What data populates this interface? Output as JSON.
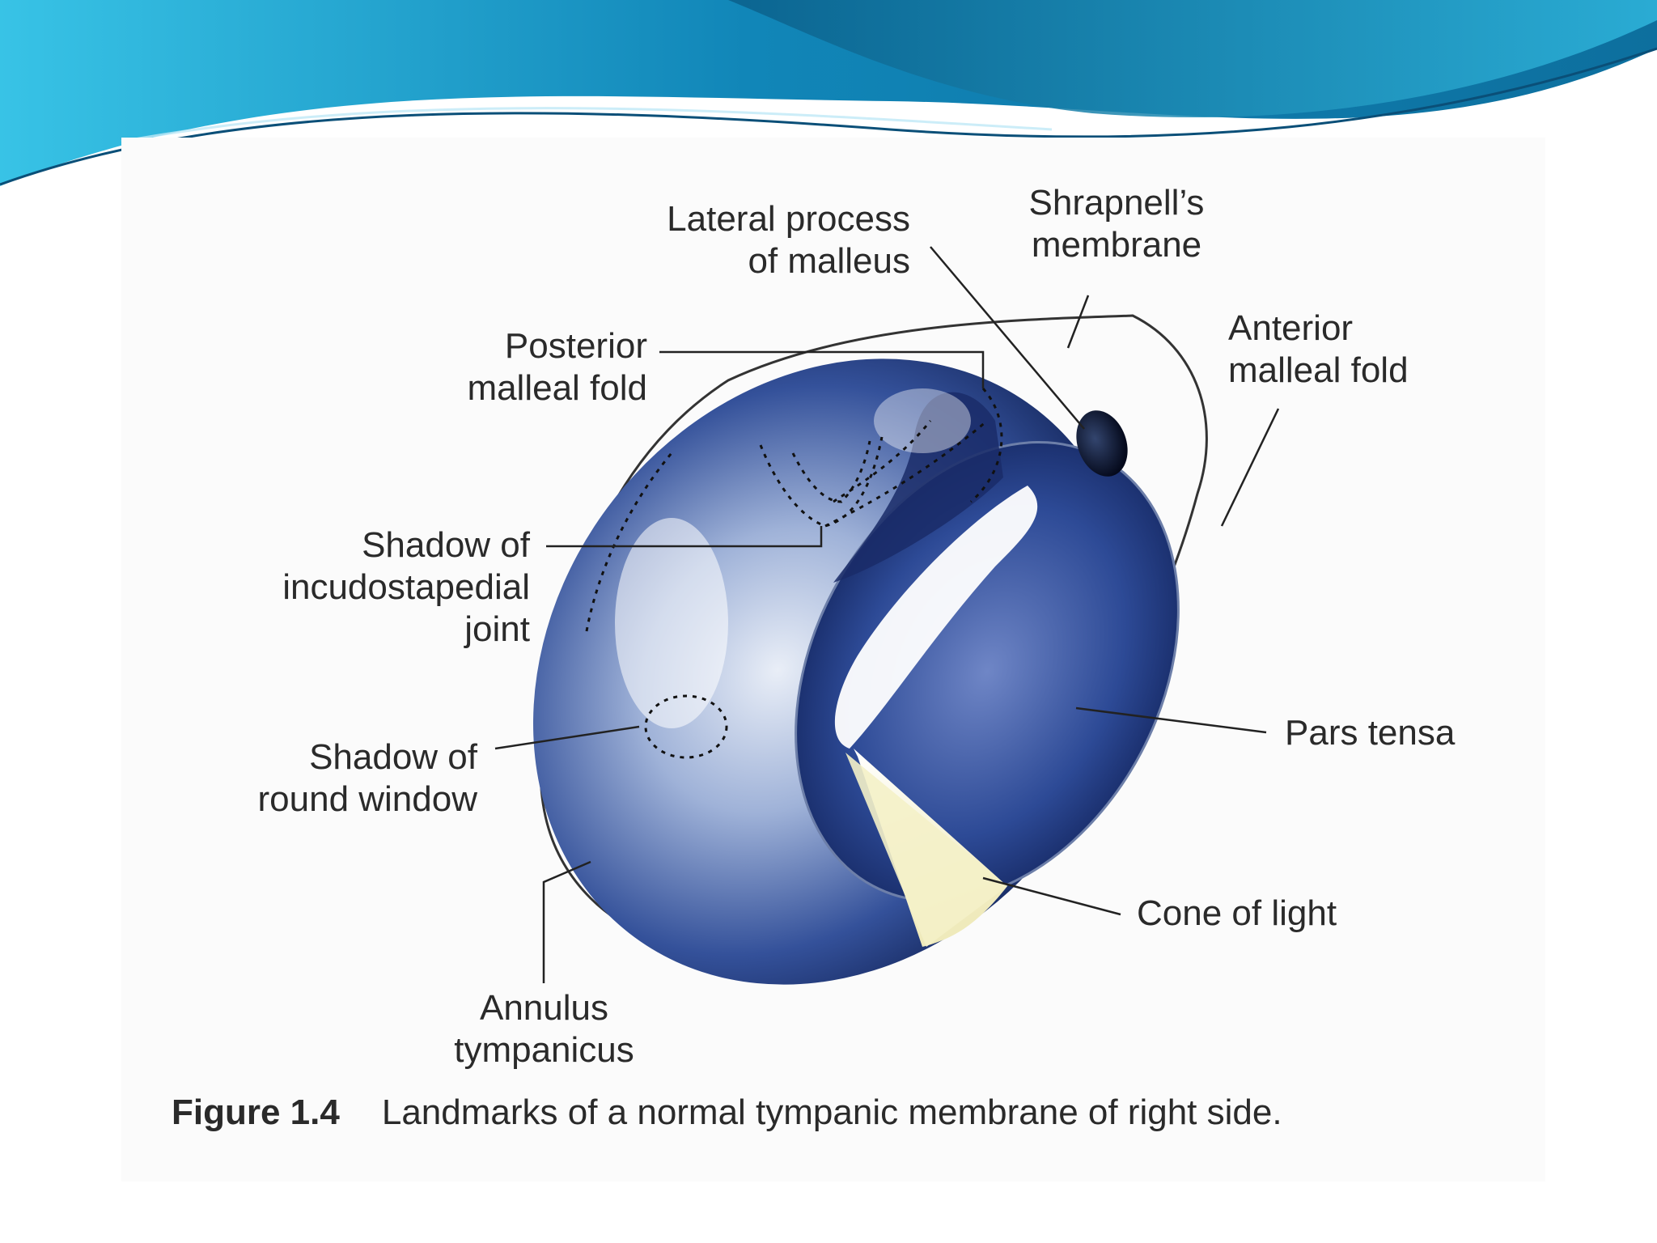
{
  "labels": {
    "lateral_process": [
      "Lateral process",
      "of malleus"
    ],
    "shrapnells": [
      "Shrapnell’s",
      "membrane"
    ],
    "posterior_fold": [
      "Posterior",
      "malleal fold"
    ],
    "anterior_fold": [
      "Anterior",
      "malleal fold"
    ],
    "incudostapedial": [
      "Shadow of",
      "incudostapedial",
      "joint"
    ],
    "round_window": [
      "Shadow of",
      "round window"
    ],
    "pars_tensa": "Pars tensa",
    "cone_of_light": "Cone of light",
    "annulus": [
      "Annulus",
      "tympanicus"
    ]
  },
  "caption": {
    "number": "Figure 1.4",
    "text": "Landmarks of a normal tympanic membrane of right side."
  },
  "colors": {
    "banner_dark": "#0b6f9c",
    "banner_light": "#3fc6e8",
    "membrane_dark": "#0b1a4a",
    "membrane_mid": "#2f4f9a",
    "cone_of_light": "#f4f1c8"
  }
}
